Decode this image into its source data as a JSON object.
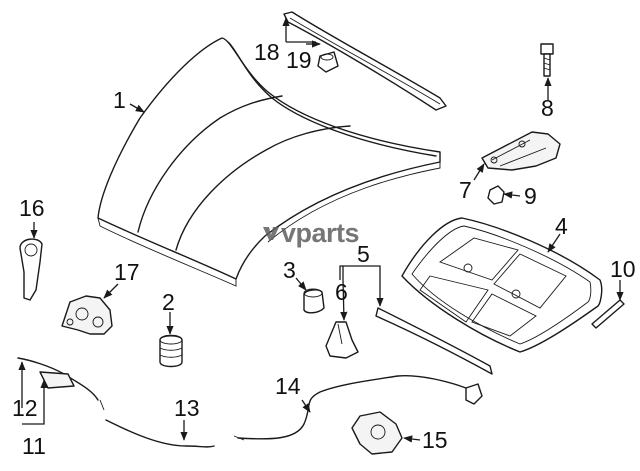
{
  "watermark": {
    "text": "vparts"
  },
  "callouts": {
    "c1": "1",
    "c2": "2",
    "c3": "3",
    "c4": "4",
    "c5": "5",
    "c6": "6",
    "c7": "7",
    "c8": "8",
    "c9": "9",
    "c10": "10",
    "c11": "11",
    "c12": "12",
    "c13": "13",
    "c14": "14",
    "c15": "15",
    "c16": "16",
    "c17": "17",
    "c18": "18",
    "c19": "19"
  }
}
